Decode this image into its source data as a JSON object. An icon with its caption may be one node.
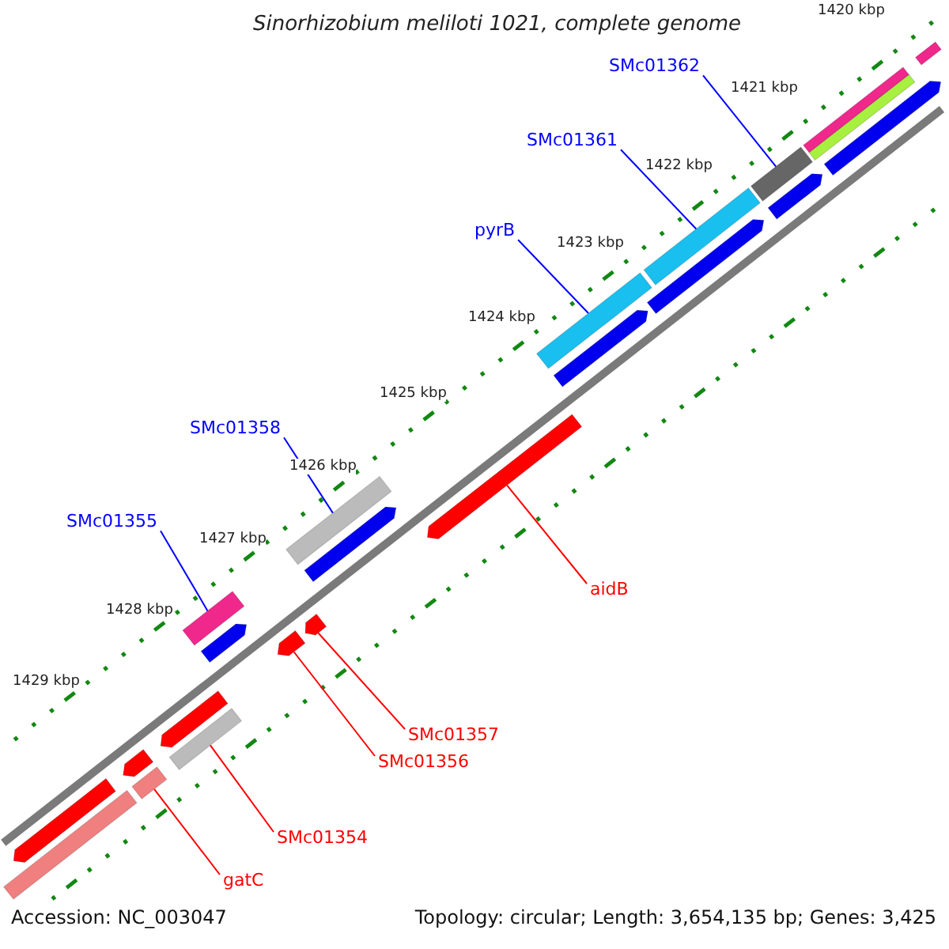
{
  "diagram": {
    "title": "Sinorhizobium meliloti 1021, complete genome",
    "nodes": [
      {
        "text": [
          "SMc01362"
        ]
      },
      {
        "text": [],
        "shape": "bar"
      },
      {
        "text": [
          "SMc01361"
        ]
      },
      {
        "text": [],
        "shape": "bar"
      },
      {
        "text": [
          "pyrB"
        ]
      },
      {
        "text": [],
        "shape": "bar"
      },
      {
        "text": [
          "SMc01358"
        ]
      },
      {
        "text": [],
        "shape": "bar"
      },
      {
        "text": [
          "SMc01355"
        ]
      },
      {
        "text": [],
        "shape": "bar"
      },
      {
        "text": [
          "aidB"
        ]
      },
      {
        "text": [],
        "shape": "bar"
      },
      {
        "text": [
          "SMc01357"
        ]
      },
      {
        "text": [],
        "shape": "bar"
      },
      {
        "text": [
          "SMc01356"
        ]
      },
      {
        "text": [],
        "shape": "bar"
      },
      {
        "text": [
          "SMc01354"
        ]
      },
      {
        "text": [],
        "shape": "bar"
      },
      {
        "text": [
          "gatC"
        ]
      },
      {
        "text": [],
        "shape": "bar"
      },
      {
        "text": [],
        "shape": "bar"
      },
      {
        "text": [],
        "shape": "bar"
      },
      {
        "text": [],
        "shape": "bar"
      },
      {
        "text": [],
        "shape": "bar"
      },
      {
        "text": [],
        "shape": "bar"
      },
      {
        "text": [],
        "shape": "bar"
      },
      {
        "text": [],
        "shape": "bar"
      },
      {
        "text": [],
        "shape": "bar"
      },
      {
        "text": [],
        "shape": "bar"
      },
      {
        "text": [],
        "shape": "bar"
      },
      {
        "text": [],
        "shape": "bar"
      },
      {
        "text": [],
        "shape": "bar"
      },
      {
        "text": [],
        "shape": "bar"
      }
    ],
    "edges": [
      {
        "from": 0,
        "to": 1,
        "arrow": "none"
      },
      {
        "from": 2,
        "to": 3,
        "arrow": "none"
      },
      {
        "from": 4,
        "to": 5,
        "arrow": "none"
      },
      {
        "from": 6,
        "to": 7,
        "arrow": "none"
      },
      {
        "from": 8,
        "to": 9,
        "arrow": "none"
      },
      {
        "from": 10,
        "to": 11,
        "arrow": "none",
        "color": "#ff0000"
      },
      {
        "from": 12,
        "to": 13,
        "arrow": "none",
        "color": "#ff0000"
      },
      {
        "from": 14,
        "to": 15,
        "arrow": "none",
        "color": "#ff0000"
      },
      {
        "from": 16,
        "to": 17,
        "arrow": "none",
        "color": "#ff0000"
      },
      {
        "from": 18,
        "to": 19,
        "arrow": "none",
        "color": "#ff0000"
      }
    ],
    "labels": [
      "1420 kbp",
      "1421 kbp",
      "1422 kbp",
      "1423 kbp",
      "1424 kbp",
      "1425 kbp",
      "1426 kbp",
      "1427 kbp",
      "1428 kbp",
      "1429 kbp",
      "Accession: NC_003047",
      "Topology: circular; Length: 3,654,135 bp; Genes: 3,425"
    ]
  }
}
